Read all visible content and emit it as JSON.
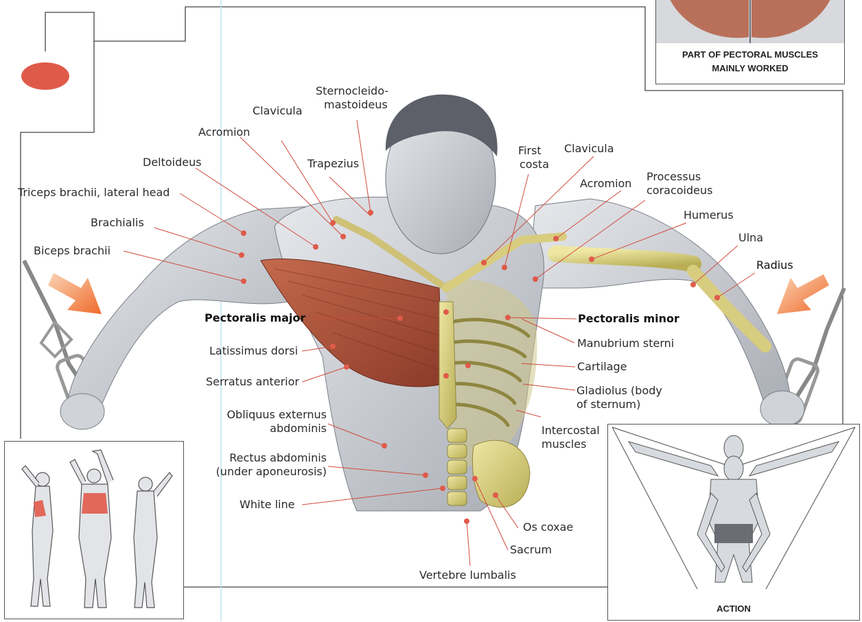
{
  "labels_left": {
    "sternocleido": "Sternocleido-",
    "mastoideus": "mastoideus",
    "clavicula_left": "Clavicula",
    "acromion_left": "Acromion",
    "deltoideus": "Deltoideus",
    "trapezius": "Trapezius",
    "triceps": "Triceps brachii, lateral head",
    "brachialis": "Brachialis",
    "biceps": "Biceps brachii",
    "pectoralis_major": "Pectoralis major",
    "latissimus": "Latissimus dorsi",
    "serratus": "Serratus anterior",
    "obliquus_1": "Obliquus externus",
    "obliquus_2": "abdominis",
    "rectus_1": "Rectus abdominis",
    "rectus_2": "(under aponeurosis)",
    "white_line": "White line"
  },
  "labels_right": {
    "first_1": "First",
    "first_2": "costa",
    "clavicula_right": "Clavicula",
    "acromion_right": "Acromion",
    "processus_1": "Processus",
    "processus_2": "coracoideus",
    "humerus": "Humerus",
    "ulna": "Ulna",
    "radius": "Radius",
    "pectoralis_minor": "Pectoralis minor",
    "manubrium": "Manubrium sterni",
    "cartilage": "Cartilage",
    "gladiolus_1": "Gladiolus (body",
    "gladiolus_2": "of sternum)",
    "intercostal_1": "Intercostal",
    "intercostal_2": "muscles",
    "os_coxae": "Os coxae",
    "sacrum": "Sacrum",
    "vertebre": "Vertebre lumbalis"
  },
  "insets": {
    "top_right_caption_1": "PART OF PECTORAL MUSCLES",
    "top_right_caption_2": "MAINLY WORKED",
    "action_caption": "ACTION"
  },
  "colors": {
    "muscle_red": "#b5533b",
    "bone_yellow": "#d9cf78",
    "marker_red": "#e05a4a",
    "arrow_orange": "#ee7a3c",
    "skin_gray": "#c9ccd1"
  }
}
